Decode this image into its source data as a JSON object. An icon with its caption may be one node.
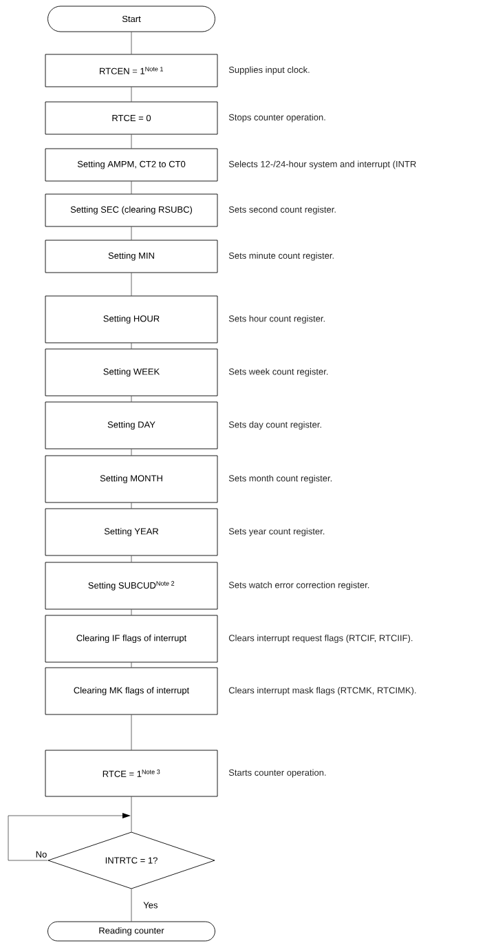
{
  "diagram": {
    "nodes": [
      {
        "text": [
          "Start"
        ]
      },
      {
        "text": [
          "RTCEN = 1$^{Note 1}$"
        ],
        "beside": [
          "Supplies input clock."
        ]
      },
      {
        "text": [
          "RTCE = 0"
        ],
        "beside": [
          "Stops counter operation."
        ]
      },
      {
        "text": [
          "Setting AMPM, CT2 to CT0"
        ],
        "beside": [
          "Selects 12-/24-hour system and interrupt (INTR"
        ]
      },
      {
        "text": [
          "Setting SEC (clearing RSUBC)"
        ],
        "beside": [
          "Sets second count register."
        ]
      },
      {
        "text": [
          "Setting MIN"
        ],
        "beside": [
          "Sets minute count register."
        ]
      },
      {
        "text": [
          "Setting HOUR"
        ],
        "beside": [
          "Sets hour count register."
        ]
      },
      {
        "text": [
          "Setting WEEK"
        ],
        "beside": [
          "Sets week count register."
        ]
      },
      {
        "text": [
          "Setting DAY"
        ],
        "beside": [
          "Sets day count register."
        ]
      },
      {
        "text": [
          "Setting MONTH"
        ],
        "beside": [
          "Sets month count register."
        ]
      },
      {
        "text": [
          "Setting YEAR"
        ],
        "beside": [
          "Sets year count register."
        ]
      },
      {
        "text": [
          "Setting SUBCUD$^{Note 2}$"
        ],
        "beside": [
          "Sets watch error correction register."
        ]
      },
      {
        "text": [
          "Clearing IF flags of interrupt"
        ],
        "beside": [
          "Clears interrupt request flags (RTCIF, RTCIIF)."
        ]
      },
      {
        "text": [
          "Clearing MK flags of interrupt"
        ],
        "beside": [
          "Clears interrupt mask flags (RTCMK, RTCIMK)."
        ]
      },
      {
        "text": [
          "RTCE = 1$^{Note 3}$"
        ],
        "beside": [
          "Starts counter operation."
        ]
      },
      {
        "text": [
          "INTRTC = 1?"
        ]
      },
      {
        "text": [
          "Reading counter"
        ]
      }
    ],
    "edges": [
      {
        "from": 0,
        "to": 1,
        "arrow": "none"
      },
      {
        "from": 1,
        "to": 2,
        "arrow": "none"
      },
      {
        "from": 2,
        "to": 3,
        "arrow": "none"
      },
      {
        "from": 3,
        "to": 4,
        "arrow": "none"
      },
      {
        "from": 4,
        "to": 5,
        "arrow": "none"
      },
      {
        "from": 5,
        "to": 6,
        "arrow": "none"
      },
      {
        "from": 6,
        "to": 7,
        "arrow": "none"
      },
      {
        "from": 7,
        "to": 8,
        "arrow": "none"
      },
      {
        "from": 8,
        "to": 9,
        "arrow": "none"
      },
      {
        "from": 9,
        "to": 10,
        "arrow": "none"
      },
      {
        "from": 10,
        "to": 11,
        "arrow": "none"
      },
      {
        "from": 11,
        "to": 12,
        "arrow": "none"
      },
      {
        "from": 12,
        "to": 13,
        "arrow": "none"
      },
      {
        "from": 13,
        "to": 14,
        "arrow": "none"
      },
      {
        "from": 14,
        "to": 15,
        "arrow": "none"
      },
      {
        "from": 15,
        "to": 16,
        "arrow": "none",
        "label": "Yes"
      },
      {
        "from": 15,
        "to": null,
        "arrow": "to",
        "label": "No"
      }
    ]
  }
}
